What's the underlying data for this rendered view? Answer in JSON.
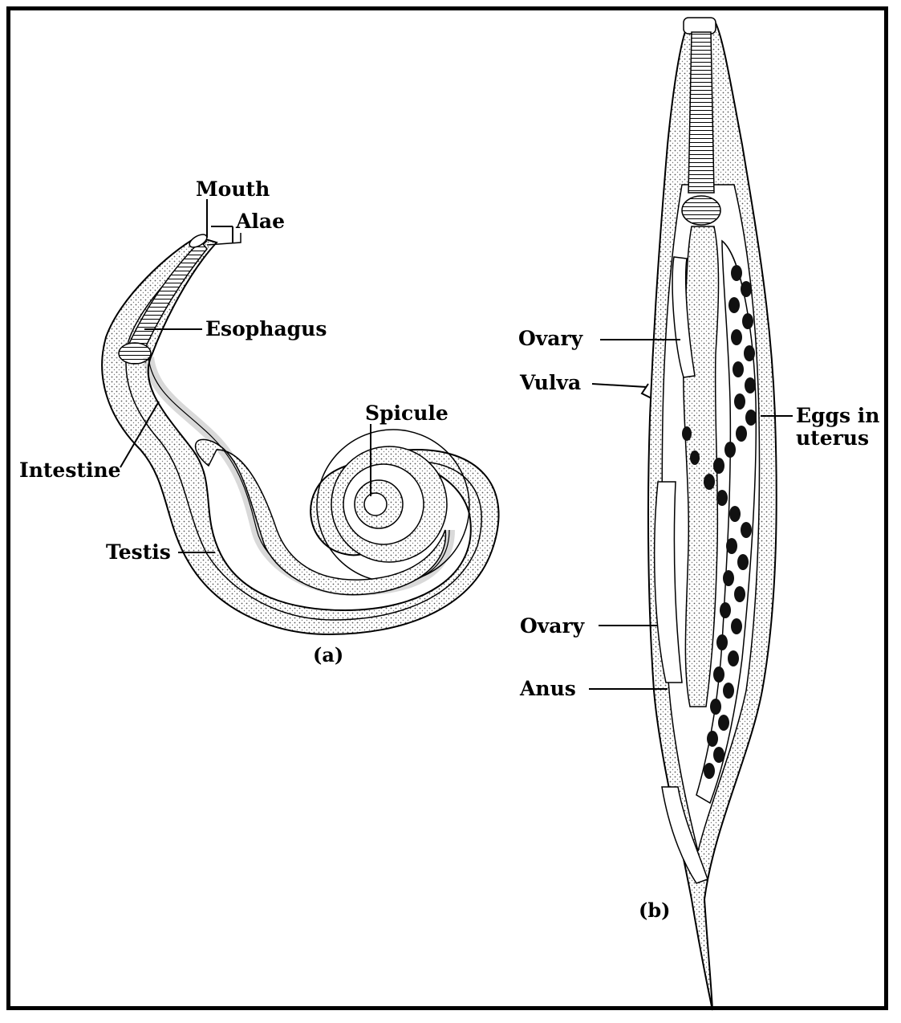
{
  "figure": {
    "male": {
      "caption": "(a)",
      "labels": {
        "mouth": "Mouth",
        "alae": "Alae",
        "esophagus": "Esophagus",
        "intestine": "Intestine",
        "spicule": "Spicule",
        "testis": "Testis"
      }
    },
    "female": {
      "caption": "(b)",
      "labels": {
        "ovary_upper": "Ovary",
        "vulva": "Vulva",
        "eggs_line1": "Eggs in",
        "eggs_line2": "uterus",
        "ovary_lower": "Ovary",
        "anus": "Anus"
      }
    }
  },
  "colors": {
    "ink": "#000000",
    "stipple": "#d4d4d4",
    "paper": "#ffffff"
  }
}
